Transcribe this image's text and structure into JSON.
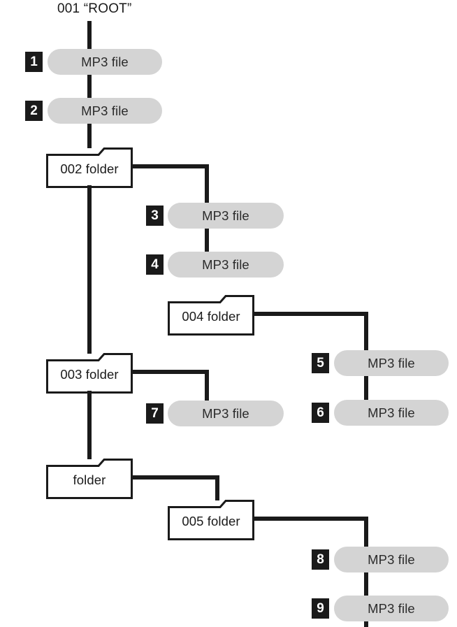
{
  "diagram": {
    "type": "folder-hierarchy-tree",
    "root_label": "001 “ROOT”",
    "colors": {
      "line": "#1a1a1a",
      "pill_fill": "#d4d4d4",
      "pill_text": "#2b2b2b",
      "badge_fill": "#1a1a1a",
      "badge_text": "#ffffff",
      "folder_fill": "#ffffff",
      "folder_stroke": "#1a1a1a",
      "background": "#ffffff"
    },
    "folders": [
      {
        "id": "folder-002",
        "label": "002 folder"
      },
      {
        "id": "folder-003",
        "label": "003 folder"
      },
      {
        "id": "folder-004",
        "label": "004 folder"
      },
      {
        "id": "folder-unnamed",
        "label": "folder"
      },
      {
        "id": "folder-005",
        "label": "005 folder"
      }
    ],
    "files": [
      {
        "number": "1",
        "label": "MP3 file",
        "parent": "001 “ROOT”"
      },
      {
        "number": "2",
        "label": "MP3 file",
        "parent": "001 “ROOT”"
      },
      {
        "number": "3",
        "label": "MP3 file",
        "parent": "002 folder"
      },
      {
        "number": "4",
        "label": "MP3 file",
        "parent": "002 folder"
      },
      {
        "number": "5",
        "label": "MP3 file",
        "parent": "004 folder"
      },
      {
        "number": "6",
        "label": "MP3 file",
        "parent": "004 folder"
      },
      {
        "number": "7",
        "label": "MP3 file",
        "parent": "003 folder"
      },
      {
        "number": "8",
        "label": "MP3 file",
        "parent": "005 folder"
      },
      {
        "number": "9",
        "label": "MP3 file",
        "parent": "005 folder"
      }
    ]
  }
}
